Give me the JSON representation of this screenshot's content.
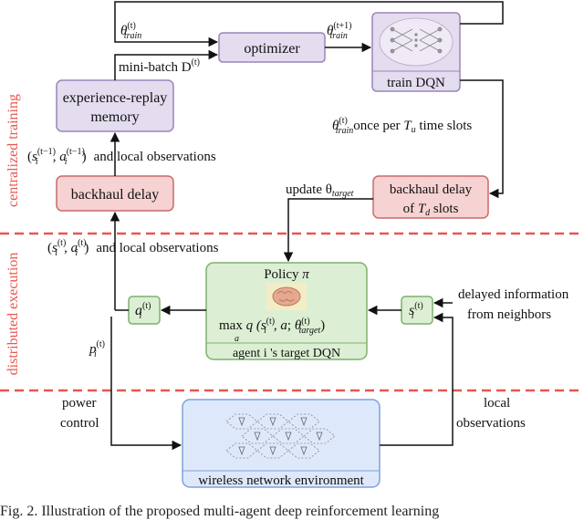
{
  "sections": {
    "training": "centralized training",
    "execution": "distributed execution"
  },
  "boxes": {
    "optimizer": "optimizer",
    "train_dqn": "train DQN",
    "replay_line1": "experience-replay",
    "replay_line2": "memory",
    "backhaul_delay": "backhaul delay",
    "backhaul_delay_td_line1": "backhaul delay",
    "backhaul_delay_td_line2": "of",
    "backhaul_delay_td_line3": "slots",
    "policy_title": "Policy",
    "policy_formula": "max",
    "policy_formula_args": "q (s",
    "agent_caption": "agent i 's target DQN",
    "action": "a",
    "state": "s",
    "environment": "wireless network environment"
  },
  "labels": {
    "theta_train": "θ",
    "theta_train_next": "θ",
    "minibatch": "mini-batch D",
    "prev_obs": "and local observations",
    "curr_obs": "and local observations",
    "once_per": "once per",
    "time_slots": "time slots",
    "update_target": "update θ",
    "delayed_info_line1": "delayed information",
    "delayed_info_line2": "from neighbors",
    "power_line1": "power",
    "power_line2": "control",
    "power_symbol": "p",
    "local_obs_line1": "local",
    "local_obs_line2": "observations"
  },
  "caption": "Fig. 2.   Illustration of the proposed multi-agent deep reinforcement learning",
  "colors": {
    "divider": "#e8564f",
    "purple_fill": "#e4dcef",
    "purple_stroke": "#9a85b8",
    "red_fill": "#f6d2d2",
    "red_stroke": "#c96b6b",
    "green_fill": "#dcefd4",
    "green_stroke": "#7fb06a",
    "blue_fill": "#dde9fb",
    "blue_stroke": "#7fa0d8"
  }
}
